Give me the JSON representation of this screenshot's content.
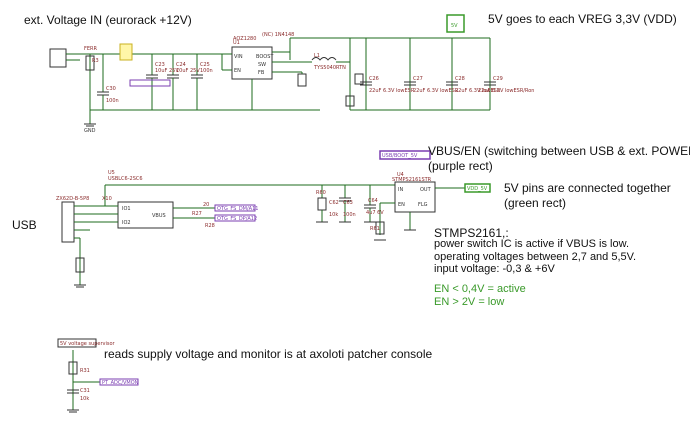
{
  "annotations": {
    "ext_voltage": "ext. Voltage IN (eurorack +12V)",
    "vreg_note": "5V goes to each VREG 3,3V (VDD)",
    "vbus_line1": "VBUS/EN (switching between USB & ext. POWER)",
    "vbus_line2": "(purple rect)",
    "pins_line1": "5V pins are connected together",
    "pins_line2": "(green rect)",
    "usb": "USB",
    "stmps_title": "STMPS2161,:",
    "stmps_l1": "power switch IC is active if VBUS is low.",
    "stmps_l2": "operating voltages between 2,7 and 5,5V.",
    "stmps_l3": "input voltage: -0,3 & +6V",
    "en_active": "EN < 0,4V = active",
    "en_low": "EN > 2V = low",
    "monitor": "reads supply voltage and monitor is at axoloti patcher console"
  },
  "schematic": {
    "u1_ref": "U1",
    "u1_part": "AOZ1280",
    "u1_vin": "VIN",
    "u1_en": "EN",
    "u1_boost": "BOOST",
    "u1_sw": "SW",
    "u1_fb": "FB",
    "d1": "(NC) 1N4148",
    "l1": "L1",
    "l1_part": "TYS5040RTN",
    "ferr": "FERR",
    "r3": "R3",
    "c30": "C30",
    "c30_val": "100n",
    "c23": "C23",
    "c23_val": "10uF 25V",
    "c24": "C24",
    "c24_val": "10uF 25V",
    "c25": "C25",
    "c25_val": "100n",
    "c26": "C26",
    "c26_val": "22uF 6.3V lowESR",
    "c27": "C27",
    "c27_val": "22uF 6.3V lowESR",
    "c28": "C28",
    "c28_val": "22uF 6.3V lowESR",
    "c29": "C29",
    "c29_val": "22uF 6.3V lowESR/Ron",
    "gnd": "GND",
    "u5_ref": "U5",
    "u5_part": "USBLC6-2SC6",
    "usb_conn": "ZX62D-B-5P8",
    "x10": "X10",
    "io1": "IO1",
    "io2": "IO2",
    "vbus": "VBUS",
    "usb_dm": "OTG_FS_DM/A11",
    "usb_dp": "OTG_FS_DP/A12",
    "r27": "R27",
    "r28": "R28",
    "r20": "20",
    "u4_ref": "U4",
    "u4_part": "STMPS2161STR",
    "u4_in": "IN",
    "u4_out": "OUT",
    "u4_en": "EN",
    "u4_flg": "FLG",
    "r60": "R60",
    "r61": "R61",
    "r62": "R62",
    "c62": "C62",
    "c62_val": "10k",
    "c63": "C63",
    "c63_val": "100n",
    "c64": "C64",
    "c64_val": "4u7 6V",
    "vbus_tag": "USB/BOOT_5V",
    "vdd_tag": "VDD_5V",
    "sense_title": "5V voltage supervisor",
    "sense_net": "PT_ADC/VMON",
    "r31": "R31",
    "c31": "C31",
    "c31_val": "10k",
    "v5": "5V"
  }
}
